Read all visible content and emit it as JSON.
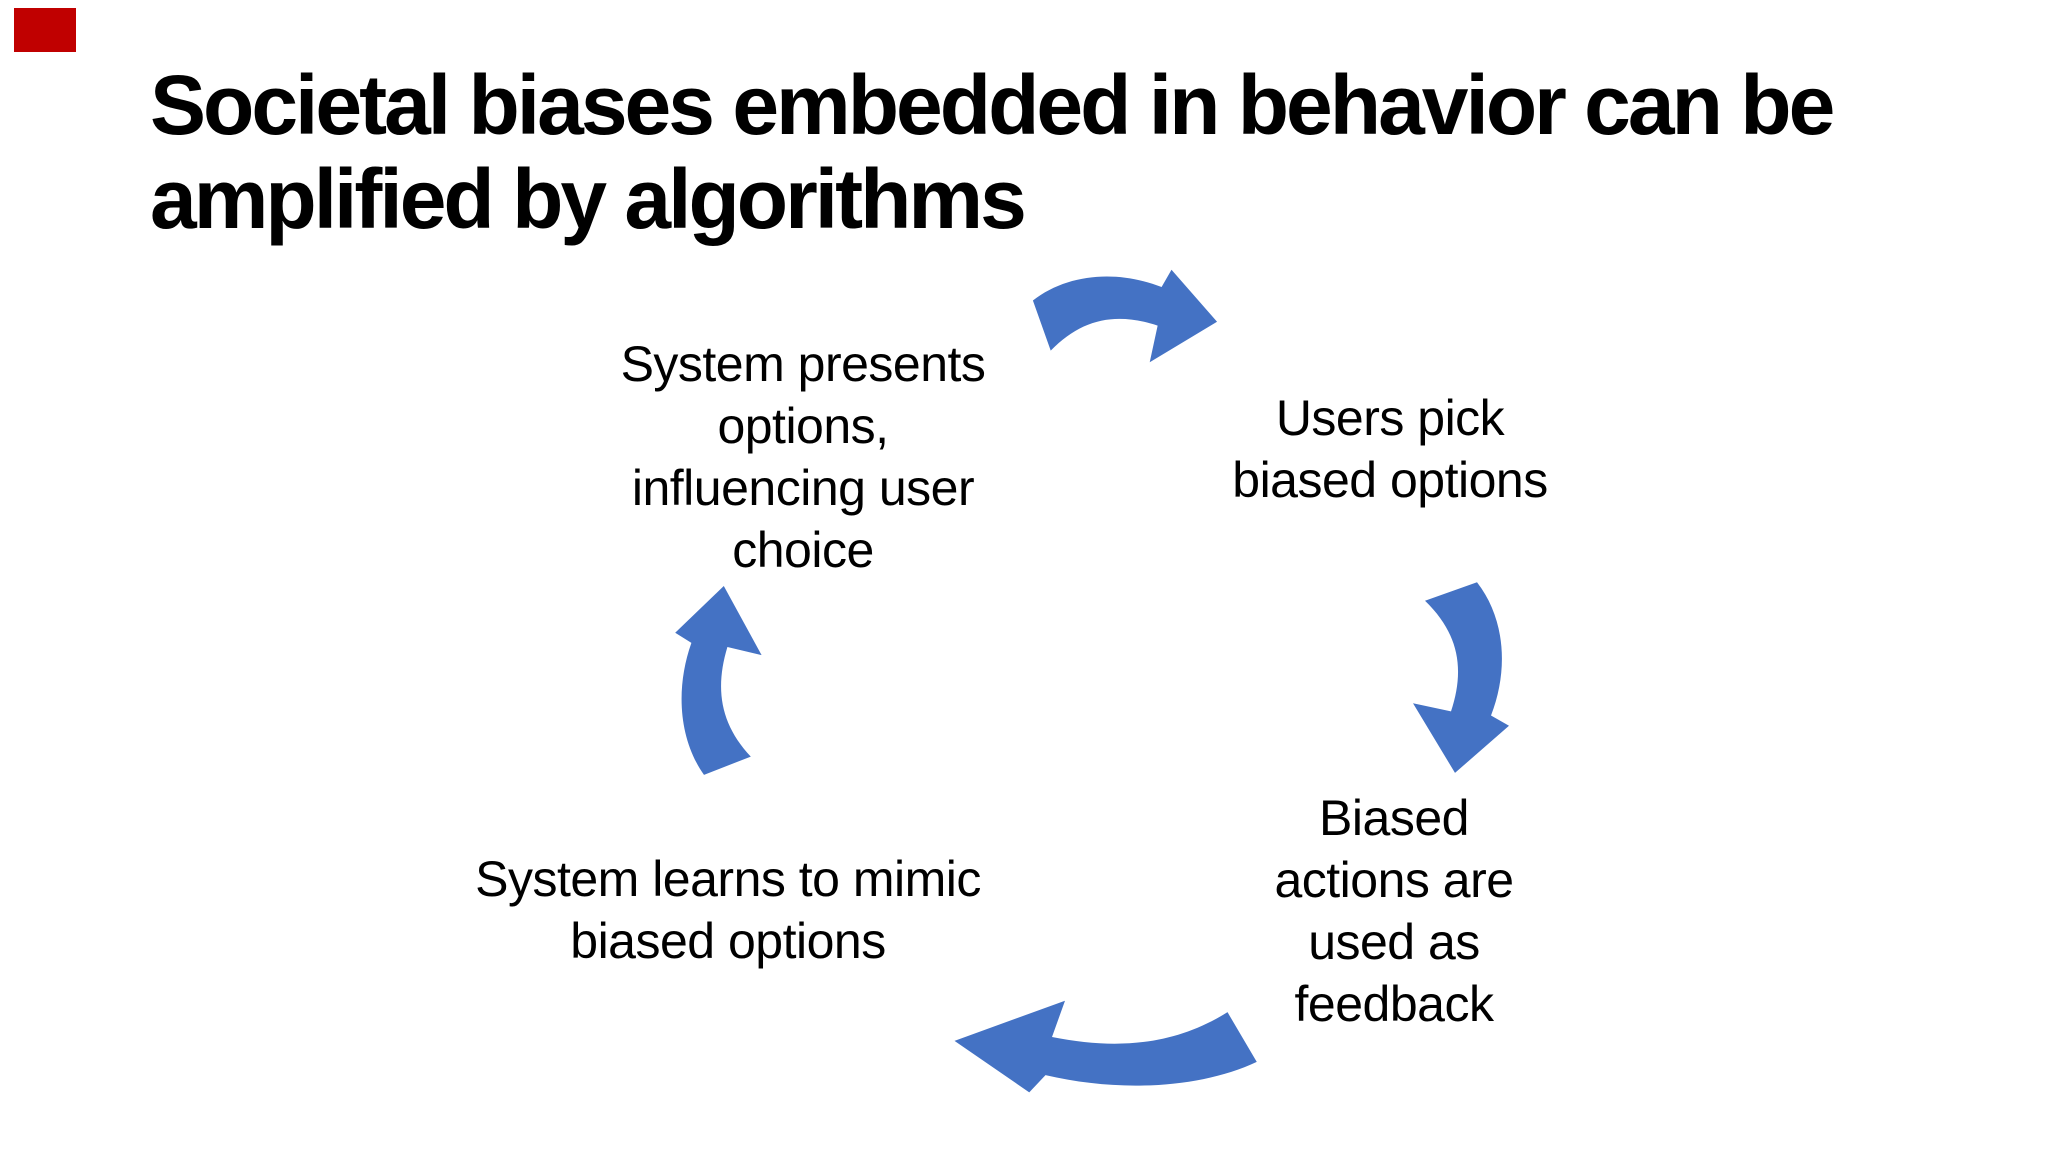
{
  "slide": {
    "title": "Societal biases embedded in behavior can be amplified by algorithms",
    "background_color": "#FFFFFF",
    "text_color": "#000000",
    "accent_color": "#4472C4",
    "marker_color": "#C00000"
  },
  "cycle": {
    "nodes": [
      {
        "id": "system-presents",
        "lines": [
          "System presents",
          "options,",
          "influencing user",
          "choice"
        ]
      },
      {
        "id": "users-pick",
        "lines": [
          "Users pick",
          "biased options"
        ]
      },
      {
        "id": "biased-feedback",
        "lines": [
          "Biased",
          "actions are",
          "used as",
          "feedback"
        ]
      },
      {
        "id": "system-learns",
        "lines": [
          "System learns to mimic",
          "biased options"
        ]
      }
    ],
    "arrows": [
      {
        "id": "top",
        "direction": "right",
        "from": "system-presents",
        "to": "users-pick"
      },
      {
        "id": "right",
        "direction": "down",
        "from": "users-pick",
        "to": "biased-feedback"
      },
      {
        "id": "bottom",
        "direction": "left",
        "from": "biased-feedback",
        "to": "system-learns"
      },
      {
        "id": "left",
        "direction": "up",
        "from": "system-learns",
        "to": "system-presents"
      }
    ]
  }
}
